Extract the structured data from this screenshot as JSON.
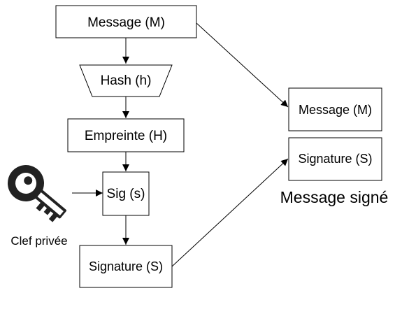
{
  "diagram": {
    "nodes": {
      "message": "Message (M)",
      "hash": "Hash (h)",
      "empreinte": "Empreinte (H)",
      "sig": "Sig (s)",
      "signature": "Signature (S)",
      "out_message": "Message (M)",
      "out_signature": "Signature (S)"
    },
    "key_label": "Clef privée",
    "group_label": "Message signé",
    "icons": {
      "key": "key-icon"
    },
    "colors": {
      "stroke": "#000000",
      "fill": "#ffffff",
      "key": "#222222"
    }
  }
}
